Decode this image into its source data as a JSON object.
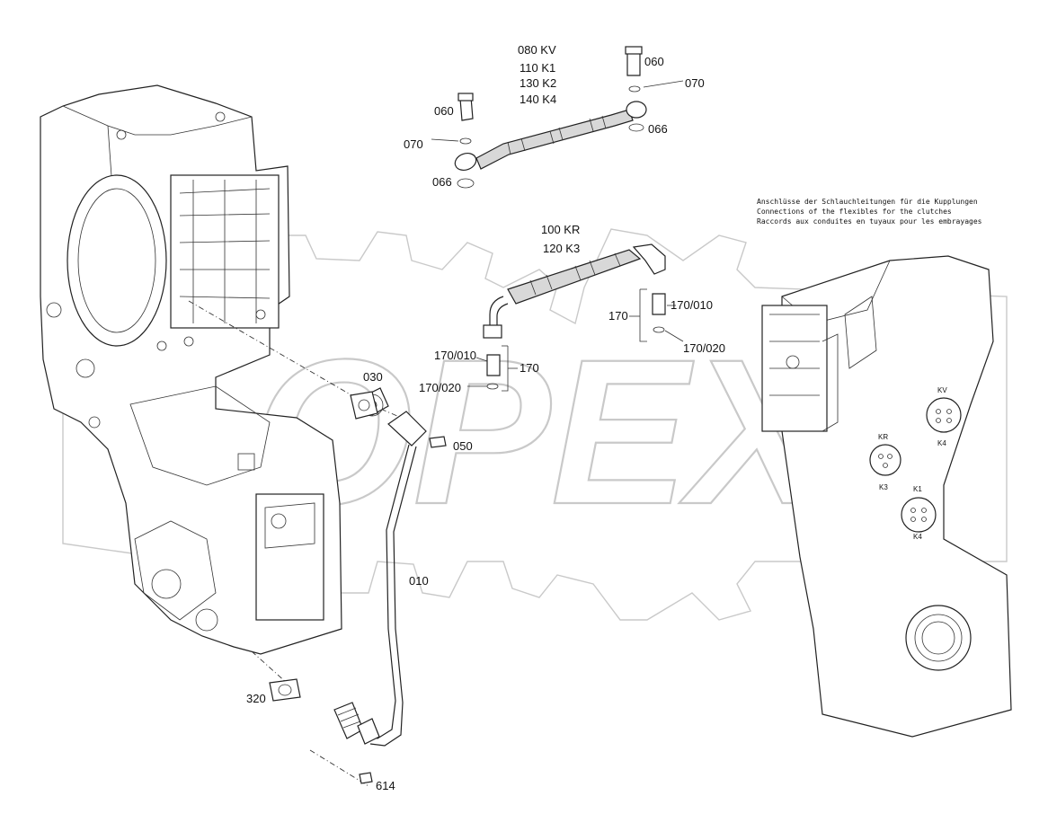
{
  "corner_mark": "",
  "watermark": {
    "text": "OPEX",
    "color": "#c9c9c9"
  },
  "note": {
    "line_de": "Anschlüsse der Schlauchleitungen für die Kupplungen",
    "line_en": "Connections of the flexibles for the clutches",
    "line_fr": "Raccords aux conduites en tuyaux pour les embrayages"
  },
  "callouts": {
    "c080kv": "080 KV",
    "c110k1": "110 K1",
    "c130k2": "130 K2",
    "c140k4": "140 K4",
    "c100kr": "100 KR",
    "c120k3": "120 K3",
    "c060_left": "060",
    "c060_right": "060",
    "c070_left": "070",
    "c070_right": "070",
    "c066_left": "066",
    "c066_right": "066",
    "c170_right": "170",
    "c170_010_right": "170/010",
    "c170_020_right": "170/020",
    "c170_010_left": "170/010",
    "c170_left": "170",
    "c170_020_left": "170/020",
    "c030": "030",
    "c050": "050",
    "c010": "010",
    "c320": "320",
    "c614": "614"
  },
  "port_marks": {
    "kv_top": "KV",
    "k4_a": "K4",
    "kr_top": "KR",
    "k3": "K3",
    "k1": "K1",
    "k4_b": "K4"
  }
}
